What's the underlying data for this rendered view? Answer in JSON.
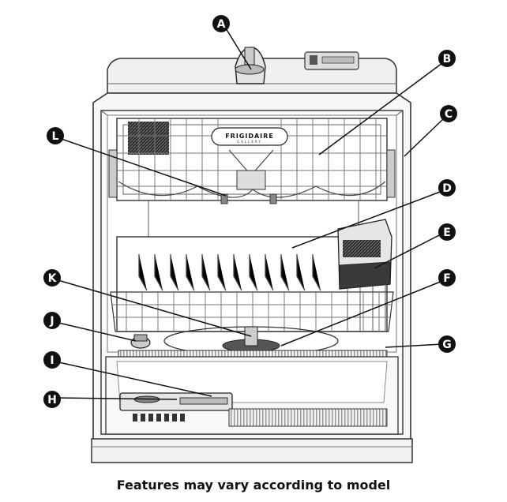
{
  "diagram": {
    "brand": {
      "name": "FRIGIDAIRE",
      "sub": "GALLERY"
    },
    "callouts": [
      "A",
      "B",
      "C",
      "D",
      "E",
      "F",
      "G",
      "H",
      "I",
      "J",
      "K",
      "L"
    ],
    "caption": "Features may vary according to model"
  }
}
